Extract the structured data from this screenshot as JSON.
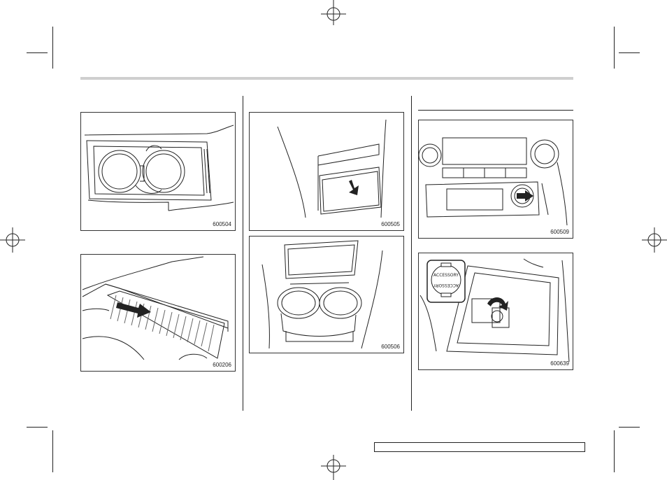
{
  "figures": [
    {
      "id": "fig-cupholder-front",
      "number": "600504"
    },
    {
      "id": "fig-console-lid",
      "number": "600206"
    },
    {
      "id": "fig-rear-cupholder-closed",
      "number": "600505"
    },
    {
      "id": "fig-rear-cupholder-open",
      "number": "600506"
    },
    {
      "id": "fig-accessory-socket",
      "number": "600509"
    },
    {
      "id": "fig-console-socket",
      "number": "600639"
    }
  ],
  "socket_cap": {
    "top_text": "ACCESSORY",
    "bottom_text": "ACCESSORY"
  },
  "colors": {
    "line": "#222222",
    "rule": "#cfcfcf"
  }
}
